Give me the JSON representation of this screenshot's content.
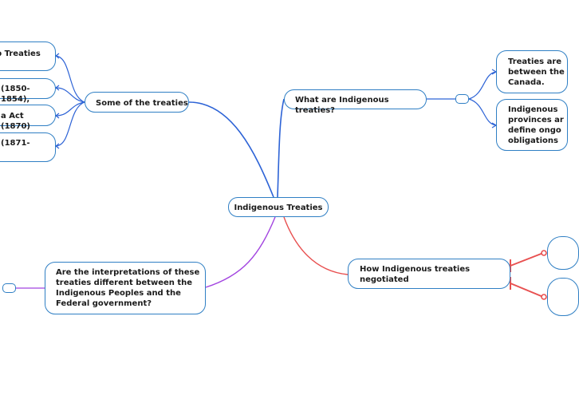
{
  "central": {
    "label": "Indigenous Treaties"
  },
  "branches": {
    "some_treaties": {
      "label": "Some of the treaties",
      "children": [
        "p Treaties",
        "(1850-1854),",
        "a Act (1870)",
        "(1871-"
      ]
    },
    "what_are": {
      "label": "What are Indigenous treaties?",
      "children": [
        {
          "lines": [
            "Treaties are",
            "between the",
            "Canada."
          ]
        },
        {
          "lines": [
            "Indigenous",
            "provinces ar",
            "define ongo",
            "obligations"
          ]
        }
      ]
    },
    "interpretations": {
      "lines": [
        "Are the interpretations of these",
        "treaties different between the",
        "Indigenous Peoples and the",
        "Federal government?"
      ]
    },
    "negotiated": {
      "lines": [
        "How Indigenous treaties",
        "negotiated"
      ]
    }
  },
  "colors": {
    "node_border": "#2f7fc4",
    "branch_blue": "#2d63d6",
    "branch_purple": "#a244e0",
    "branch_red": "#e85050"
  }
}
